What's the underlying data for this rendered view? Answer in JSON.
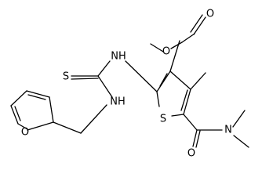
{
  "molecule": {
    "atom_labels": {
      "ester_o_carbonyl": "O",
      "ester_o_methoxy": "O",
      "thioamide_nh_1": "NH",
      "thioamide_s": "S",
      "thioamide_nh_2": "NH",
      "ring_s": "S",
      "amide_n": "N",
      "amide_o": "O",
      "furan_o": "O"
    }
  }
}
